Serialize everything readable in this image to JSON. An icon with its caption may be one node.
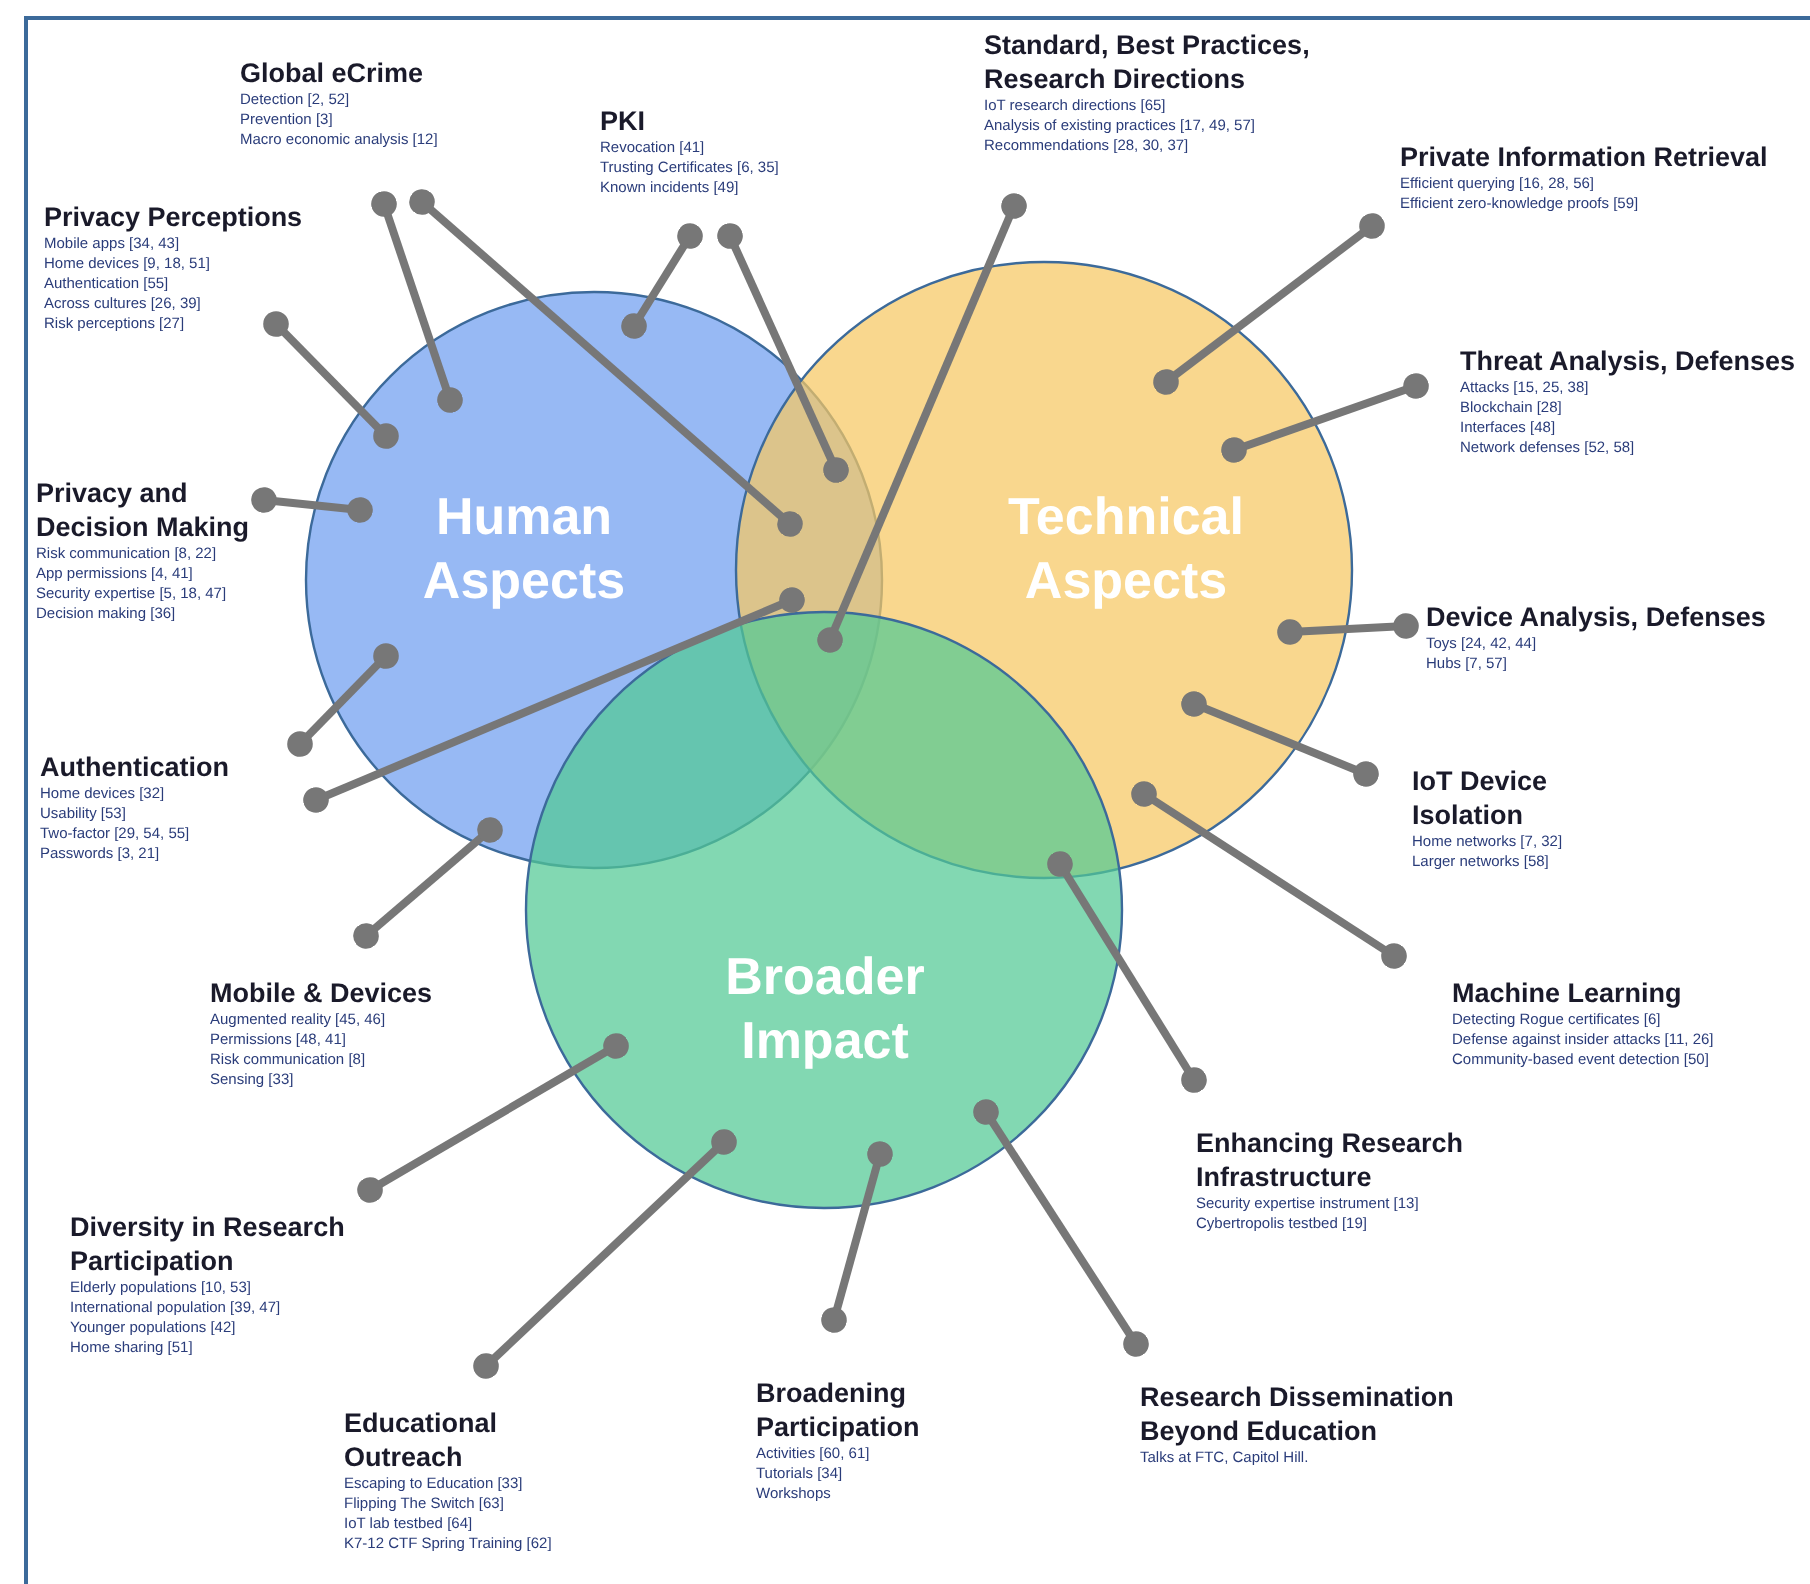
{
  "diagram": {
    "nodes": [
      {
        "text": [
          "Human Aspects"
        ]
      },
      {
        "text": [
          "Technical Aspects"
        ]
      },
      {
        "text": [
          "Broader Impact"
        ]
      },
      {
        "text": [
          "Standard, Best Practices, Research Directions",
          "IoT research directions [65]",
          "Analysis of existing practices [17, 49, 57]",
          "Recommendations [28, 30, 37]"
        ]
      },
      {
        "text": [
          "Global eCrime",
          "Detection [2, 52]",
          "Prevention [3]",
          "Macro economic analysis [12]"
        ]
      },
      {
        "text": [
          "PKI",
          "Revocation [41]",
          "Trusting Certificates [6, 35]",
          "Known incidents [49]"
        ]
      },
      {
        "text": [
          "Private Information Retrieval",
          "Efficient querying [16, 28, 56]",
          "Efficient zero-knowledge proofs [59]"
        ]
      },
      {
        "text": [
          "Privacy Perceptions",
          "Mobile apps [34, 43]",
          "Home devices [9, 18, 51]",
          "Authentication [55]",
          "Across cultures [26, 39]",
          "Risk perceptions [27]"
        ]
      },
      {
        "text": [
          "Threat Analysis, Defenses",
          "Attacks [15, 25, 38]",
          "Blockchain [28]",
          "Interfaces [48]",
          "Network defenses [52, 58]"
        ]
      },
      {
        "text": [
          "Privacy and Decision Making",
          "Risk communication [8, 22]",
          "App permissions [4, 41]",
          "Security expertise [5, 18, 47]",
          "Decision making [36]"
        ]
      },
      {
        "text": [
          "Device Analysis, Defenses",
          "Toys [24, 42, 44]",
          "Hubs [7, 57]"
        ]
      },
      {
        "text": [
          "Authentication",
          "Home devices [32]",
          "Usability [53]",
          "Two-factor [29, 54, 55]",
          "Passwords [3, 21]"
        ]
      },
      {
        "text": [
          "IoT Device Isolation",
          "Home networks [7, 32]",
          "Larger networks [58]"
        ]
      },
      {
        "text": [
          "Mobile & Devices",
          "Augmented reality [45, 46]",
          "Permissions [48, 41]",
          "Risk communication [8]",
          "Sensing [33]"
        ]
      },
      {
        "text": [
          "Machine Learning",
          "Detecting Rogue certificates [6]",
          "Defense against insider attacks [11, 26]",
          "Community-based event detection [50]"
        ]
      },
      {
        "text": [
          "Enhancing Research Infrastructure",
          "Security expertise instrument [13]",
          "Cybertropolis testbed [19]"
        ]
      },
      {
        "text": [
          "Diversity in Research Participation",
          "Elderly populations [10, 53]",
          "International population [39, 47]",
          "Younger populations [42]",
          "Home sharing [51]"
        ]
      },
      {
        "text": [
          "Broadening Participation",
          "Activities [60, 61]",
          "Tutorials [34]",
          "Workshops"
        ]
      },
      {
        "text": [
          "Research Dissemination Beyond Education",
          "Talks at FTC, Capitol Hill."
        ]
      },
      {
        "text": [
          "Educational Outreach",
          "Escaping to Education [33]",
          "Flipping The Switch [63]",
          "IoT lab testbed [64]",
          "K7-12 CTF Spring Training [62]"
        ]
      }
    ],
    "edges": [
      {
        "from": 4,
        "to": 0,
        "arrow": "other"
      },
      {
        "from": 4,
        "to": 0,
        "arrow": "other"
      },
      {
        "from": 5,
        "to": 0,
        "arrow": "other"
      },
      {
        "from": 5,
        "to": 0,
        "arrow": "other"
      },
      {
        "from": 7,
        "to": 0,
        "arrow": "other"
      },
      {
        "from": 9,
        "to": 0,
        "arrow": "other"
      },
      {
        "from": 11,
        "to": 0,
        "arrow": "other"
      },
      {
        "from": 11,
        "to": 0,
        "arrow": "other"
      },
      {
        "from": 13,
        "to": 0,
        "arrow": "other"
      },
      {
        "from": 16,
        "to": 2,
        "arrow": "other"
      },
      {
        "from": 19,
        "to": 2,
        "arrow": "other"
      },
      {
        "from": 17,
        "to": 2,
        "arrow": "other"
      },
      {
        "from": 18,
        "to": 2,
        "arrow": "other"
      },
      {
        "from": 15,
        "to": 2,
        "arrow": "other"
      },
      {
        "from": 14,
        "to": 1,
        "arrow": "other"
      },
      {
        "from": 12,
        "to": 1,
        "arrow": "other"
      },
      {
        "from": 10,
        "to": 1,
        "arrow": "other"
      },
      {
        "from": 8,
        "to": 1,
        "arrow": "other"
      },
      {
        "from": 6,
        "to": 1,
        "arrow": "other"
      },
      {
        "from": 3,
        "to": 0,
        "arrow": "other"
      }
    ]
  }
}
